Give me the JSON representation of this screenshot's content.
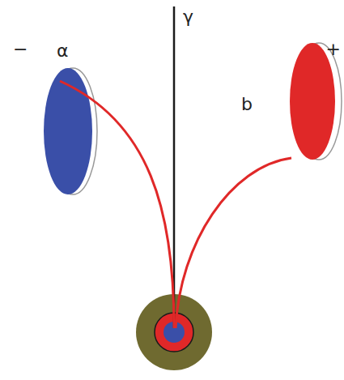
{
  "diagram": {
    "labels": [
      "−",
      "α",
      "γ",
      "b",
      "+"
    ]
  }
}
